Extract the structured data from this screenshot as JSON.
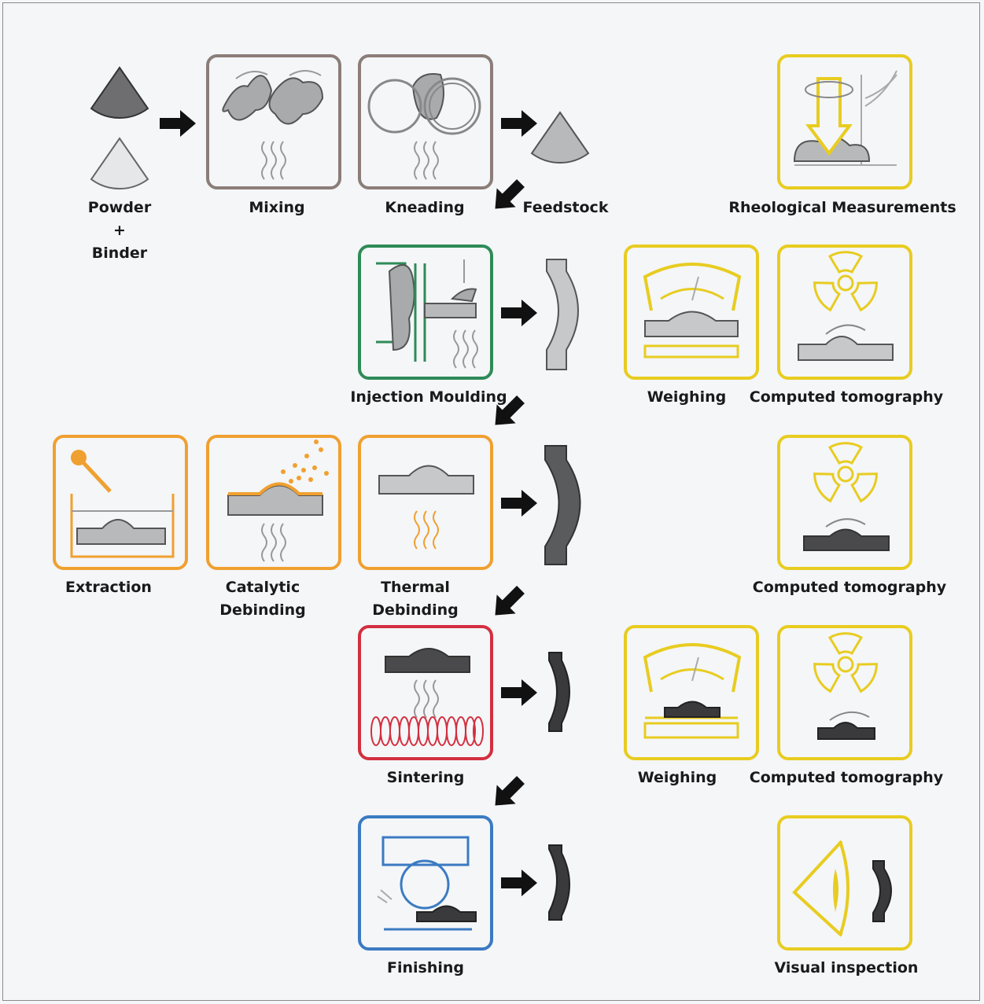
{
  "colors": {
    "mixing": "#8b7d78",
    "moulding": "#2e8b57",
    "debinding": "#f0a030",
    "sintering": "#d32f3f",
    "finishing": "#3b7ac2",
    "measurement": "#e8cc20",
    "part_light": "#c6c8ca",
    "part_dark": "#4a4a4c",
    "arrow": "#111111"
  },
  "labels": {
    "powder": "Powder",
    "plus": "+",
    "binder": "Binder",
    "mixing": "Mixing",
    "kneading": "Kneading",
    "feedstock": "Feedstock",
    "rheological": "Rheological Measurements",
    "injection": "Injection Moulding",
    "weighing_1": "Weighing",
    "ct_1": "Computed tomography",
    "extraction": "Extraction",
    "catalytic_1": "Catalytic",
    "catalytic_2": "Debinding",
    "thermal_1": "Thermal",
    "thermal_2": "Debinding",
    "ct_2": "Computed tomography",
    "sintering": "Sintering",
    "weighing_2": "Weighing",
    "ct_3": "Computed tomography",
    "finishing": "Finishing",
    "visual": "Visual inspection"
  }
}
